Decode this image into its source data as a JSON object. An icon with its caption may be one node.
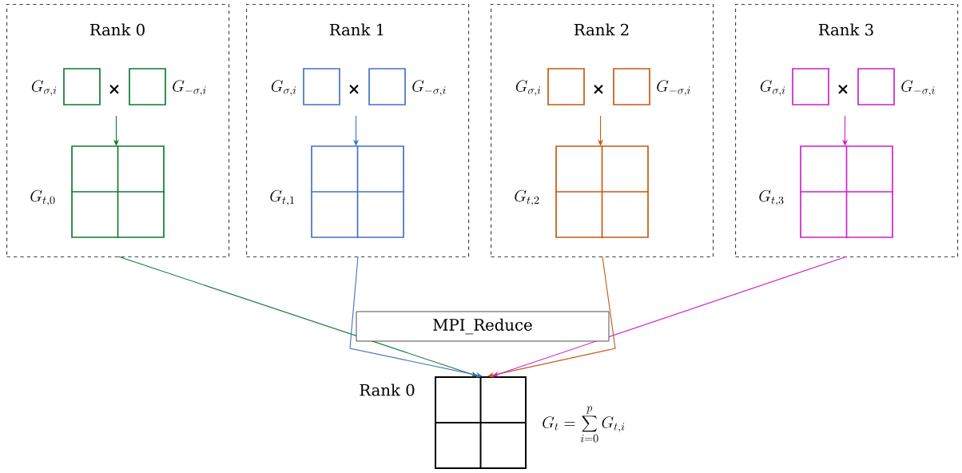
{
  "diagram": {
    "nodes": [
      {
        "text": [
          "Rank 0"
        ]
      },
      {
        "text": [],
        "shape": "box",
        "in": 0,
        "beside": [
          "G_{\\sigma,i}"
        ]
      },
      {
        "text": [],
        "shape": "box",
        "in": 0,
        "beside": [
          "G_{-\\sigma,i}"
        ]
      },
      {
        "text": [],
        "shape": "box",
        "in": 0,
        "beside": [
          "G_{t,0}"
        ]
      },
      {
        "text": [
          "Rank 1"
        ]
      },
      {
        "text": [],
        "shape": "box",
        "in": 4,
        "beside": [
          "G_{\\sigma,i}"
        ]
      },
      {
        "text": [],
        "shape": "box",
        "in": 4,
        "beside": [
          "G_{-\\sigma,i}"
        ]
      },
      {
        "text": [],
        "shape": "box",
        "in": 4,
        "beside": [
          "G_{t,1}"
        ]
      },
      {
        "text": [
          "Rank 2"
        ]
      },
      {
        "text": [],
        "shape": "box",
        "in": 8,
        "beside": [
          "G_{\\sigma,i}"
        ]
      },
      {
        "text": [],
        "shape": "box",
        "in": 8,
        "beside": [
          "G_{-\\sigma,i}"
        ]
      },
      {
        "text": [],
        "shape": "box",
        "in": 8,
        "beside": [
          "G_{t,2}"
        ]
      },
      {
        "text": [
          "Rank 3"
        ]
      },
      {
        "text": [],
        "shape": "box",
        "in": 12,
        "beside": [
          "G_{\\sigma,i}"
        ]
      },
      {
        "text": [],
        "shape": "box",
        "in": 12,
        "beside": [
          "G_{-\\sigma,i}"
        ]
      },
      {
        "text": [],
        "shape": "box",
        "in": 12,
        "beside": [
          "G_{t,3}"
        ]
      },
      {
        "text": [
          "MPI_Reduce"
        ]
      },
      {
        "text": [],
        "shape": "box",
        "beside": [
          "Rank 0",
          "G_t = \\sum_{i=0}^{p} G_{t,i}"
        ]
      }
    ],
    "edges": [
      {
        "from": null,
        "to": 3,
        "arrow": "to",
        "color": "#0f7a33"
      },
      {
        "from": null,
        "to": 7,
        "arrow": "to",
        "color": "#4472c4"
      },
      {
        "from": null,
        "to": 11,
        "arrow": "to",
        "color": "#c55a11"
      },
      {
        "from": null,
        "to": 15,
        "arrow": "to",
        "color": "#cc22cc"
      },
      {
        "from": 0,
        "to": 17,
        "arrow": "to",
        "color": "#0f7a33"
      },
      {
        "from": 4,
        "to": 17,
        "arrow": "to",
        "color": "#4472c4"
      },
      {
        "from": 8,
        "to": 17,
        "arrow": "to",
        "color": "#c55a11"
      },
      {
        "from": 12,
        "to": 17,
        "arrow": "to",
        "color": "#cc22cc"
      }
    ],
    "labels": [
      "×",
      "×",
      "×",
      "×"
    ]
  }
}
